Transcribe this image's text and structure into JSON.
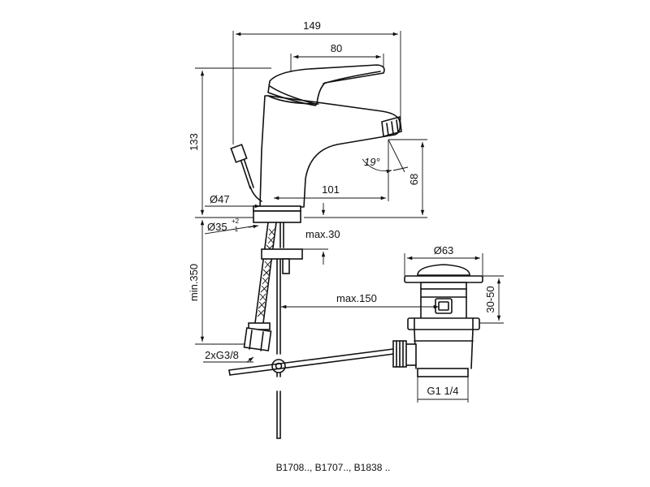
{
  "dimensions": {
    "overall_width": "149",
    "lever_width": "80",
    "height": "133",
    "spout_height": "68",
    "spout_reach": "101",
    "spout_angle": "19°",
    "body_diameter": "Ø47",
    "hole_diameter": "Ø35",
    "hole_tol_upper": "+2",
    "hole_tol_lower": "-1",
    "deck_thickness": "max.30",
    "hose_length": "min.350",
    "rod_reach": "max.150",
    "waste_diameter": "Ø63",
    "waste_height": "30-50",
    "waste_thread": "G1 1/4",
    "connections": "2xG3/8"
  },
  "caption": "B1708.., B1707.., B1838 .."
}
